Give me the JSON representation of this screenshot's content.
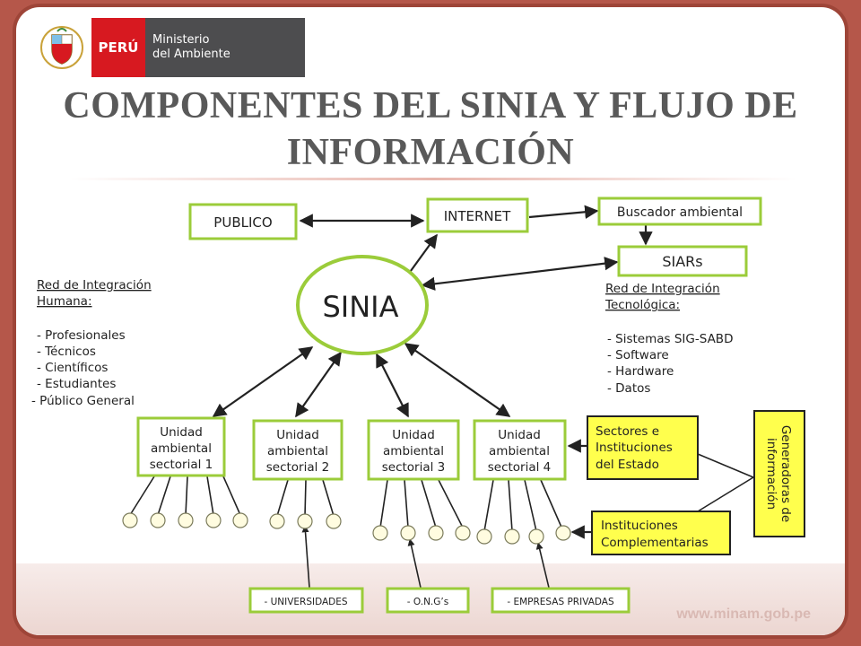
{
  "logo": {
    "country": "PERÚ",
    "ministry_line1": "Ministerio",
    "ministry_line2": "del Ambiente"
  },
  "title": {
    "line1": "COMPONENTES DEL SINIA Y FLUJO DE",
    "line2": "INFORMACIÓN"
  },
  "website": "www.minam.gob.pe",
  "colors": {
    "box_border": "#9bcc3a",
    "highlight": "#ffff4d",
    "peru_red": "#d71920",
    "frame": "#b5574a"
  },
  "diagram": {
    "center": "SINIA",
    "publico": "PUBLICO",
    "internet": "INTERNET",
    "buscador": "Buscador ambiental",
    "siars": "SIARs",
    "human_network": {
      "title_line1": "Red de Integración",
      "title_line2": "Humana:",
      "items": [
        "- Profesionales",
        "- Técnicos",
        "- Científicos",
        "- Estudiantes",
        "- Público General"
      ]
    },
    "tech_network": {
      "title_line1": "Red de Integración",
      "title_line2": "Tecnológica:",
      "items": [
        "- Sistemas SIG-SABD",
        "- Software",
        "- Hardware",
        "- Datos"
      ]
    },
    "units": [
      {
        "line1": "Unidad",
        "line2": "ambiental",
        "line3": "sectorial 1"
      },
      {
        "line1": "Unidad",
        "line2": "ambiental",
        "line3": "sectorial 2"
      },
      {
        "line1": "Unidad",
        "line2": "ambiental",
        "line3": "sectorial 3"
      },
      {
        "line1": "Unidad",
        "line2": "ambiental",
        "line3": "sectorial 4"
      }
    ],
    "sectores": {
      "line1": "Sectores e",
      "line2": "Instituciones",
      "line3": "del Estado"
    },
    "complementarias": {
      "line1": "Instituciones",
      "line2": "Complementarias"
    },
    "generadoras": {
      "line1": "Generadoras de",
      "line2": "información"
    },
    "bottom_labels": [
      "- UNIVERSIDADES",
      "- O.N.G’s",
      "- EMPRESAS PRIVADAS"
    ]
  }
}
